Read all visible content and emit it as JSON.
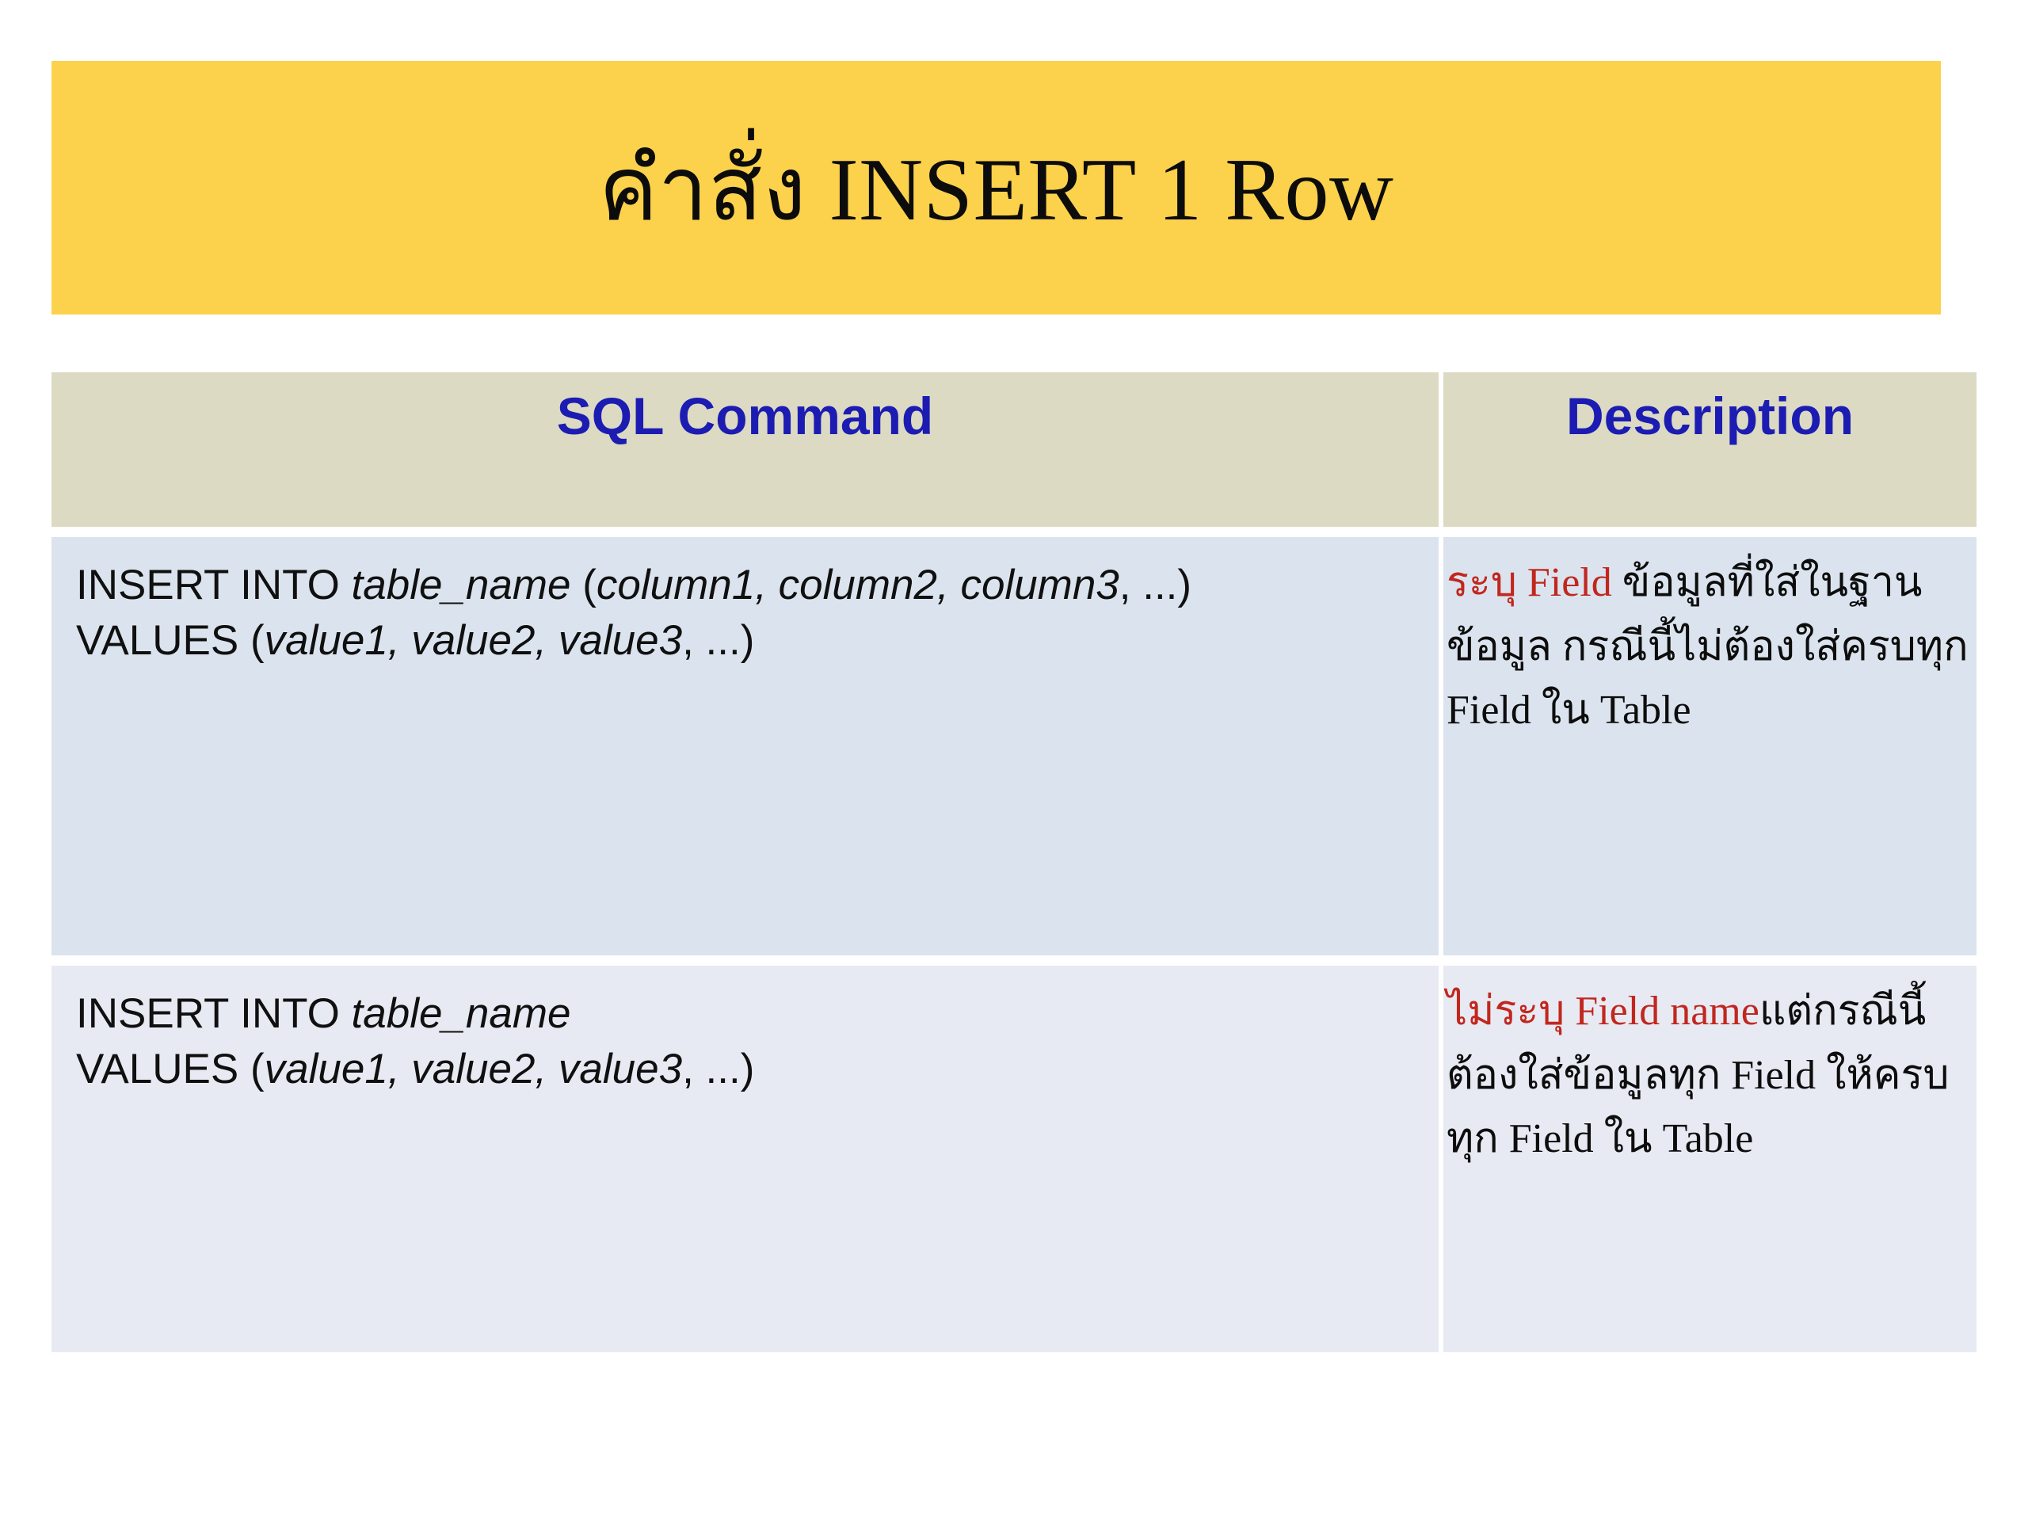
{
  "slide": {
    "title": "คำสั่ง INSERT 1 Row",
    "banner_color": "#FCD14B"
  },
  "table": {
    "header_bg": "#DCDAC3",
    "header_text_color": "#1C1CB2",
    "highlight_color": "#C1271E",
    "columns": [
      {
        "label": "SQL Command"
      },
      {
        "label": "Description"
      }
    ],
    "rows": [
      {
        "bg": "#DBE4EE",
        "command": {
          "line1_prefix": "INSERT  INTO ",
          "line1_italic_table": "table_name",
          "line1_mid": " (",
          "line1_italic_cols": "column1, column2, column3",
          "line1_suffix": ", ...)",
          "line2_prefix": "VALUES (",
          "line2_italic_values": "value1, value2, value3",
          "line2_suffix": ", ...)"
        },
        "description": {
          "highlight": "ระบุ Field",
          "rest": " ข้อมูลที่ใส่ในฐานข้อมูล กรณีนี้ไม่ต้องใส่ครบทุก Field  ใน Table"
        }
      },
      {
        "bg": "#E8EAF3",
        "command": {
          "line1_prefix": "INSERT INTO ",
          "line1_italic_table": "table_name",
          "line1_mid": "",
          "line1_italic_cols": "",
          "line1_suffix": "",
          "line2_prefix": "VALUES (",
          "line2_italic_values": "value1, value2, value3",
          "line2_suffix": ", ...)"
        },
        "description": {
          "highlight": "ไม่ระบุ Field name",
          "rest": "แต่กรณีนี้ต้องใส่ข้อมูลทุก Field ให้ครบทุก Field ใน Table"
        }
      }
    ]
  }
}
